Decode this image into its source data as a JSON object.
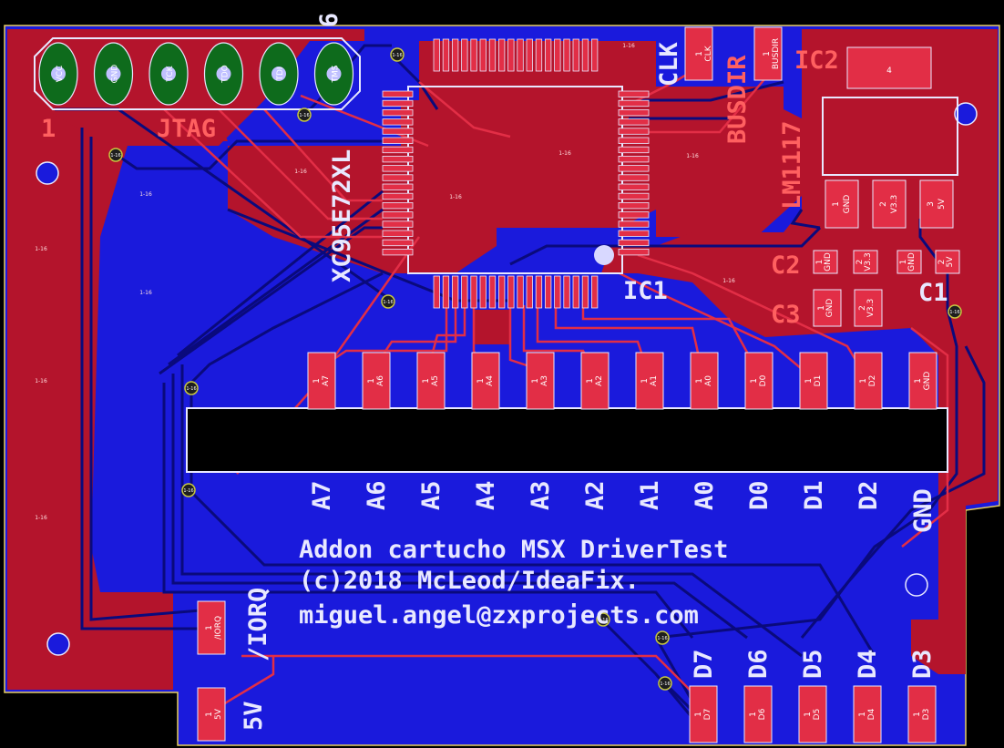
{
  "board": {
    "colors": {
      "background": "#000000",
      "top_copper": "#b4142c",
      "bottom_copper": "#1a1adc",
      "pad": "#e22e46",
      "silkscreen": "#e8e8ff",
      "jtag_pad": "#0e6b1c",
      "slot": "#000000"
    }
  },
  "silkscreen": {
    "title_line1": "Addon cartucho MSX DriverTest",
    "title_line2": "(c)2018 McLeod/IdeaFix.",
    "title_line3": "miguel.angel@zxprojects.com",
    "ic1_ref": "IC1",
    "ic1_value": "XC95E72XL",
    "ic2_ref": "IC2",
    "ic2_value": "LM1117",
    "c1_ref": "C1",
    "c2_ref": "C2",
    "c3_ref": "C3",
    "jtag_label": "JTAG",
    "jtag_pin1": "1",
    "jtag_pin6": "6",
    "clk_label": "CLK",
    "busdir_label": "BUSDIR",
    "iorq_label": "/IORQ",
    "v5_label": "5V"
  },
  "top_pads": [
    {
      "label": "A7",
      "num": "1"
    },
    {
      "label": "A6",
      "num": "1"
    },
    {
      "label": "A5",
      "num": "1"
    },
    {
      "label": "A4",
      "num": "1"
    },
    {
      "label": "A3",
      "num": "1"
    },
    {
      "label": "A2",
      "num": "1"
    },
    {
      "label": "A1",
      "num": "1"
    },
    {
      "label": "A0",
      "num": "1"
    },
    {
      "label": "D0",
      "num": "1"
    },
    {
      "label": "D1",
      "num": "1"
    },
    {
      "label": "D2",
      "num": "1"
    },
    {
      "label": "GND",
      "num": "1"
    }
  ],
  "bottom_pads": [
    {
      "label": "D7",
      "num": "1"
    },
    {
      "label": "D6",
      "num": "1"
    },
    {
      "label": "D5",
      "num": "1"
    },
    {
      "label": "D4",
      "num": "1"
    },
    {
      "label": "D3",
      "num": "1"
    }
  ],
  "jtag_pins": [
    "VCC",
    "GND",
    "TCK",
    "TDO",
    "TDI",
    "TMS"
  ],
  "ic2_pins": [
    {
      "num": "1",
      "net": "GND"
    },
    {
      "num": "2",
      "net": "V3.3"
    },
    {
      "num": "3",
      "net": "5V"
    }
  ],
  "ic2_tab": "4",
  "cap_pads": {
    "c2": [
      "GND",
      "V3.3"
    ],
    "c1": [
      "GND",
      "5V"
    ],
    "c3": [
      "GND",
      "V3.3"
    ]
  },
  "side_pads": {
    "clk": {
      "num": "1",
      "net": "CLK"
    },
    "busdir": {
      "num": "1",
      "net": "BUSDIR"
    },
    "iorq": {
      "num": "1",
      "net": "/IORQ"
    },
    "v5": {
      "num": "1",
      "net": "5V"
    }
  },
  "via_label": "1-16"
}
